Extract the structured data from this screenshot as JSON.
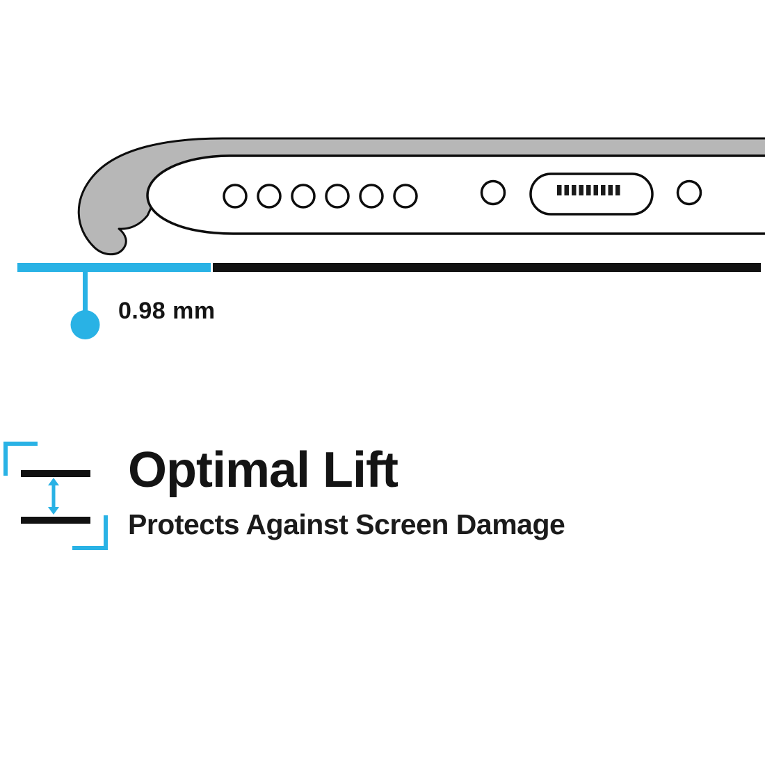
{
  "page": {
    "background": "#ffffff"
  },
  "colors": {
    "accent": "#29b2e5",
    "case_gray": "#b7b7b7",
    "outline": "#0d0d0d",
    "ink": "#141414"
  },
  "illustration": {
    "name": "phone-bottom-edge-in-case",
    "speaker_hole_count": 6,
    "parts": [
      "case-lip",
      "phone-body",
      "speaker-holes",
      "screw-left",
      "charging-port",
      "charging-port-pins",
      "screw-right"
    ]
  },
  "measurement": {
    "label": "0.98 mm"
  },
  "feature": {
    "title": "Optimal Lift",
    "subtitle": "Protects Against Screen Damage"
  },
  "icons": {
    "lift_icon": "double-arrow-between-two-lines-with-corner-brackets"
  }
}
